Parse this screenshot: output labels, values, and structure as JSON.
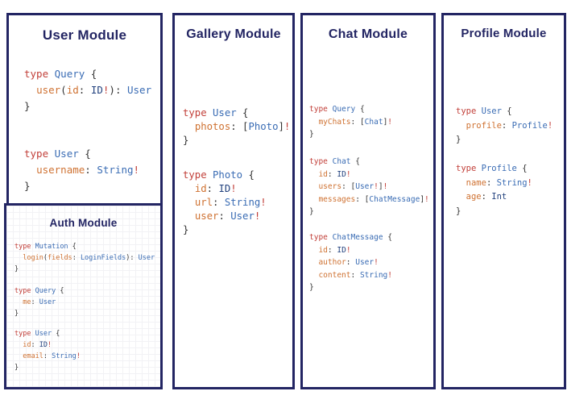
{
  "colors": {
    "border_navy": "#232563",
    "title_navy": "#232563",
    "keyword_red": "#c2403a",
    "type_blue": "#3a6cb4",
    "scalar_navy": "#23427e",
    "field_orange": "#cf7232",
    "bang_red": "#c2403a",
    "punctuation": "#333333",
    "background": "#ffffff"
  },
  "panels": [
    {
      "title": "User Module",
      "blocks": [
        [
          [
            [
              "kw",
              "type"
            ],
            [
              "pn",
              " "
            ],
            [
              "ty",
              "Query"
            ],
            [
              "pn",
              " {"
            ]
          ],
          [
            [
              "pn",
              "  "
            ],
            [
              "fld",
              "user"
            ],
            [
              "pn",
              "("
            ],
            [
              "fld",
              "id"
            ],
            [
              "pn",
              ": "
            ],
            [
              "sc",
              "ID"
            ],
            [
              "ex",
              "!"
            ],
            [
              "pn",
              "): "
            ],
            [
              "ty",
              "User"
            ]
          ],
          [
            [
              "pn",
              "}"
            ]
          ]
        ],
        [
          [
            [
              "kw",
              "type"
            ],
            [
              "pn",
              " "
            ],
            [
              "ty",
              "User"
            ],
            [
              "pn",
              " {"
            ]
          ],
          [
            [
              "pn",
              "  "
            ],
            [
              "fld",
              "username"
            ],
            [
              "pn",
              ": "
            ],
            [
              "ty",
              "String"
            ],
            [
              "ex",
              "!"
            ]
          ],
          [
            [
              "pn",
              "}"
            ]
          ]
        ]
      ]
    },
    {
      "title": "Gallery Module",
      "blocks": [
        [
          [
            [
              "kw",
              "type"
            ],
            [
              "pn",
              " "
            ],
            [
              "ty",
              "User"
            ],
            [
              "pn",
              " {"
            ]
          ],
          [
            [
              "pn",
              "  "
            ],
            [
              "fld",
              "photos"
            ],
            [
              "pn",
              ": ["
            ],
            [
              "ty",
              "Photo"
            ],
            [
              "pn",
              "]"
            ],
            [
              "ex",
              "!"
            ]
          ],
          [
            [
              "pn",
              "}"
            ]
          ]
        ],
        [
          [
            [
              "kw",
              "type"
            ],
            [
              "pn",
              " "
            ],
            [
              "ty",
              "Photo"
            ],
            [
              "pn",
              " {"
            ]
          ],
          [
            [
              "pn",
              "  "
            ],
            [
              "fld",
              "id"
            ],
            [
              "pn",
              ": "
            ],
            [
              "sc",
              "ID"
            ],
            [
              "ex",
              "!"
            ]
          ],
          [
            [
              "pn",
              "  "
            ],
            [
              "fld",
              "url"
            ],
            [
              "pn",
              ": "
            ],
            [
              "ty",
              "String"
            ],
            [
              "ex",
              "!"
            ]
          ],
          [
            [
              "pn",
              "  "
            ],
            [
              "fld",
              "user"
            ],
            [
              "pn",
              ": "
            ],
            [
              "ty",
              "User"
            ],
            [
              "ex",
              "!"
            ]
          ],
          [
            [
              "pn",
              "}"
            ]
          ]
        ]
      ]
    },
    {
      "title": "Chat Module",
      "blocks": [
        [
          [
            [
              "kw",
              "type"
            ],
            [
              "pn",
              " "
            ],
            [
              "ty",
              "Query"
            ],
            [
              "pn",
              " {"
            ]
          ],
          [
            [
              "pn",
              "  "
            ],
            [
              "fld",
              "myChats"
            ],
            [
              "pn",
              ": ["
            ],
            [
              "ty",
              "Chat"
            ],
            [
              "pn",
              "]"
            ],
            [
              "ex",
              "!"
            ]
          ],
          [
            [
              "pn",
              "}"
            ]
          ]
        ],
        [
          [
            [
              "kw",
              "type"
            ],
            [
              "pn",
              " "
            ],
            [
              "ty",
              "Chat"
            ],
            [
              "pn",
              " {"
            ]
          ],
          [
            [
              "pn",
              "  "
            ],
            [
              "fld",
              "id"
            ],
            [
              "pn",
              ": "
            ],
            [
              "sc",
              "ID"
            ],
            [
              "ex",
              "!"
            ]
          ],
          [
            [
              "pn",
              "  "
            ],
            [
              "fld",
              "users"
            ],
            [
              "pn",
              ": ["
            ],
            [
              "ty",
              "User"
            ],
            [
              "ex",
              "!"
            ],
            [
              "pn",
              "]"
            ],
            [
              "ex",
              "!"
            ]
          ],
          [
            [
              "pn",
              "  "
            ],
            [
              "fld",
              "messages"
            ],
            [
              "pn",
              ": ["
            ],
            [
              "ty",
              "ChatMessage"
            ],
            [
              "pn",
              "]"
            ],
            [
              "ex",
              "!"
            ]
          ],
          [
            [
              "pn",
              "}"
            ]
          ]
        ],
        [
          [
            [
              "kw",
              "type"
            ],
            [
              "pn",
              " "
            ],
            [
              "ty",
              "ChatMessage"
            ],
            [
              "pn",
              " {"
            ]
          ],
          [
            [
              "pn",
              "  "
            ],
            [
              "fld",
              "id"
            ],
            [
              "pn",
              ": "
            ],
            [
              "sc",
              "ID"
            ],
            [
              "ex",
              "!"
            ]
          ],
          [
            [
              "pn",
              "  "
            ],
            [
              "fld",
              "author"
            ],
            [
              "pn",
              ": "
            ],
            [
              "ty",
              "User"
            ],
            [
              "ex",
              "!"
            ]
          ],
          [
            [
              "pn",
              "  "
            ],
            [
              "fld",
              "content"
            ],
            [
              "pn",
              ": "
            ],
            [
              "ty",
              "String"
            ],
            [
              "ex",
              "!"
            ]
          ],
          [
            [
              "pn",
              "}"
            ]
          ]
        ]
      ]
    },
    {
      "title": "Profile Module",
      "blocks": [
        [
          [
            [
              "kw",
              "type"
            ],
            [
              "pn",
              " "
            ],
            [
              "ty",
              "User"
            ],
            [
              "pn",
              " {"
            ]
          ],
          [
            [
              "pn",
              "  "
            ],
            [
              "fld",
              "profile"
            ],
            [
              "pn",
              ": "
            ],
            [
              "ty",
              "Profile"
            ],
            [
              "ex",
              "!"
            ]
          ],
          [
            [
              "pn",
              "}"
            ]
          ]
        ],
        [
          [
            [
              "kw",
              "type"
            ],
            [
              "pn",
              " "
            ],
            [
              "ty",
              "Profile"
            ],
            [
              "pn",
              " {"
            ]
          ],
          [
            [
              "pn",
              "  "
            ],
            [
              "fld",
              "name"
            ],
            [
              "pn",
              ": "
            ],
            [
              "ty",
              "String"
            ],
            [
              "ex",
              "!"
            ]
          ],
          [
            [
              "pn",
              "  "
            ],
            [
              "fld",
              "age"
            ],
            [
              "pn",
              ": "
            ],
            [
              "sc",
              "Int"
            ]
          ],
          [
            [
              "pn",
              "}"
            ]
          ]
        ]
      ]
    },
    {
      "title": "Auth Module",
      "blocks": [
        [
          [
            [
              "kw",
              "type"
            ],
            [
              "pn",
              " "
            ],
            [
              "ty",
              "Mutation"
            ],
            [
              "pn",
              " {"
            ]
          ],
          [
            [
              "pn",
              "  "
            ],
            [
              "fld",
              "login"
            ],
            [
              "pn",
              "("
            ],
            [
              "fld",
              "fields"
            ],
            [
              "pn",
              ": "
            ],
            [
              "ty",
              "LoginFields"
            ],
            [
              "pn",
              "): "
            ],
            [
              "ty",
              "User"
            ]
          ],
          [
            [
              "pn",
              "}"
            ]
          ]
        ],
        [
          [
            [
              "kw",
              "type"
            ],
            [
              "pn",
              " "
            ],
            [
              "ty",
              "Query"
            ],
            [
              "pn",
              " {"
            ]
          ],
          [
            [
              "pn",
              "  "
            ],
            [
              "fld",
              "me"
            ],
            [
              "pn",
              ": "
            ],
            [
              "ty",
              "User"
            ]
          ],
          [
            [
              "pn",
              "}"
            ]
          ]
        ],
        [
          [
            [
              "kw",
              "type"
            ],
            [
              "pn",
              " "
            ],
            [
              "ty",
              "User"
            ],
            [
              "pn",
              " {"
            ]
          ],
          [
            [
              "pn",
              "  "
            ],
            [
              "fld",
              "id"
            ],
            [
              "pn",
              ": "
            ],
            [
              "sc",
              "ID"
            ],
            [
              "ex",
              "!"
            ]
          ],
          [
            [
              "pn",
              "  "
            ],
            [
              "fld",
              "email"
            ],
            [
              "pn",
              ": "
            ],
            [
              "ty",
              "String"
            ],
            [
              "ex",
              "!"
            ]
          ],
          [
            [
              "pn",
              "}"
            ]
          ]
        ]
      ]
    }
  ]
}
